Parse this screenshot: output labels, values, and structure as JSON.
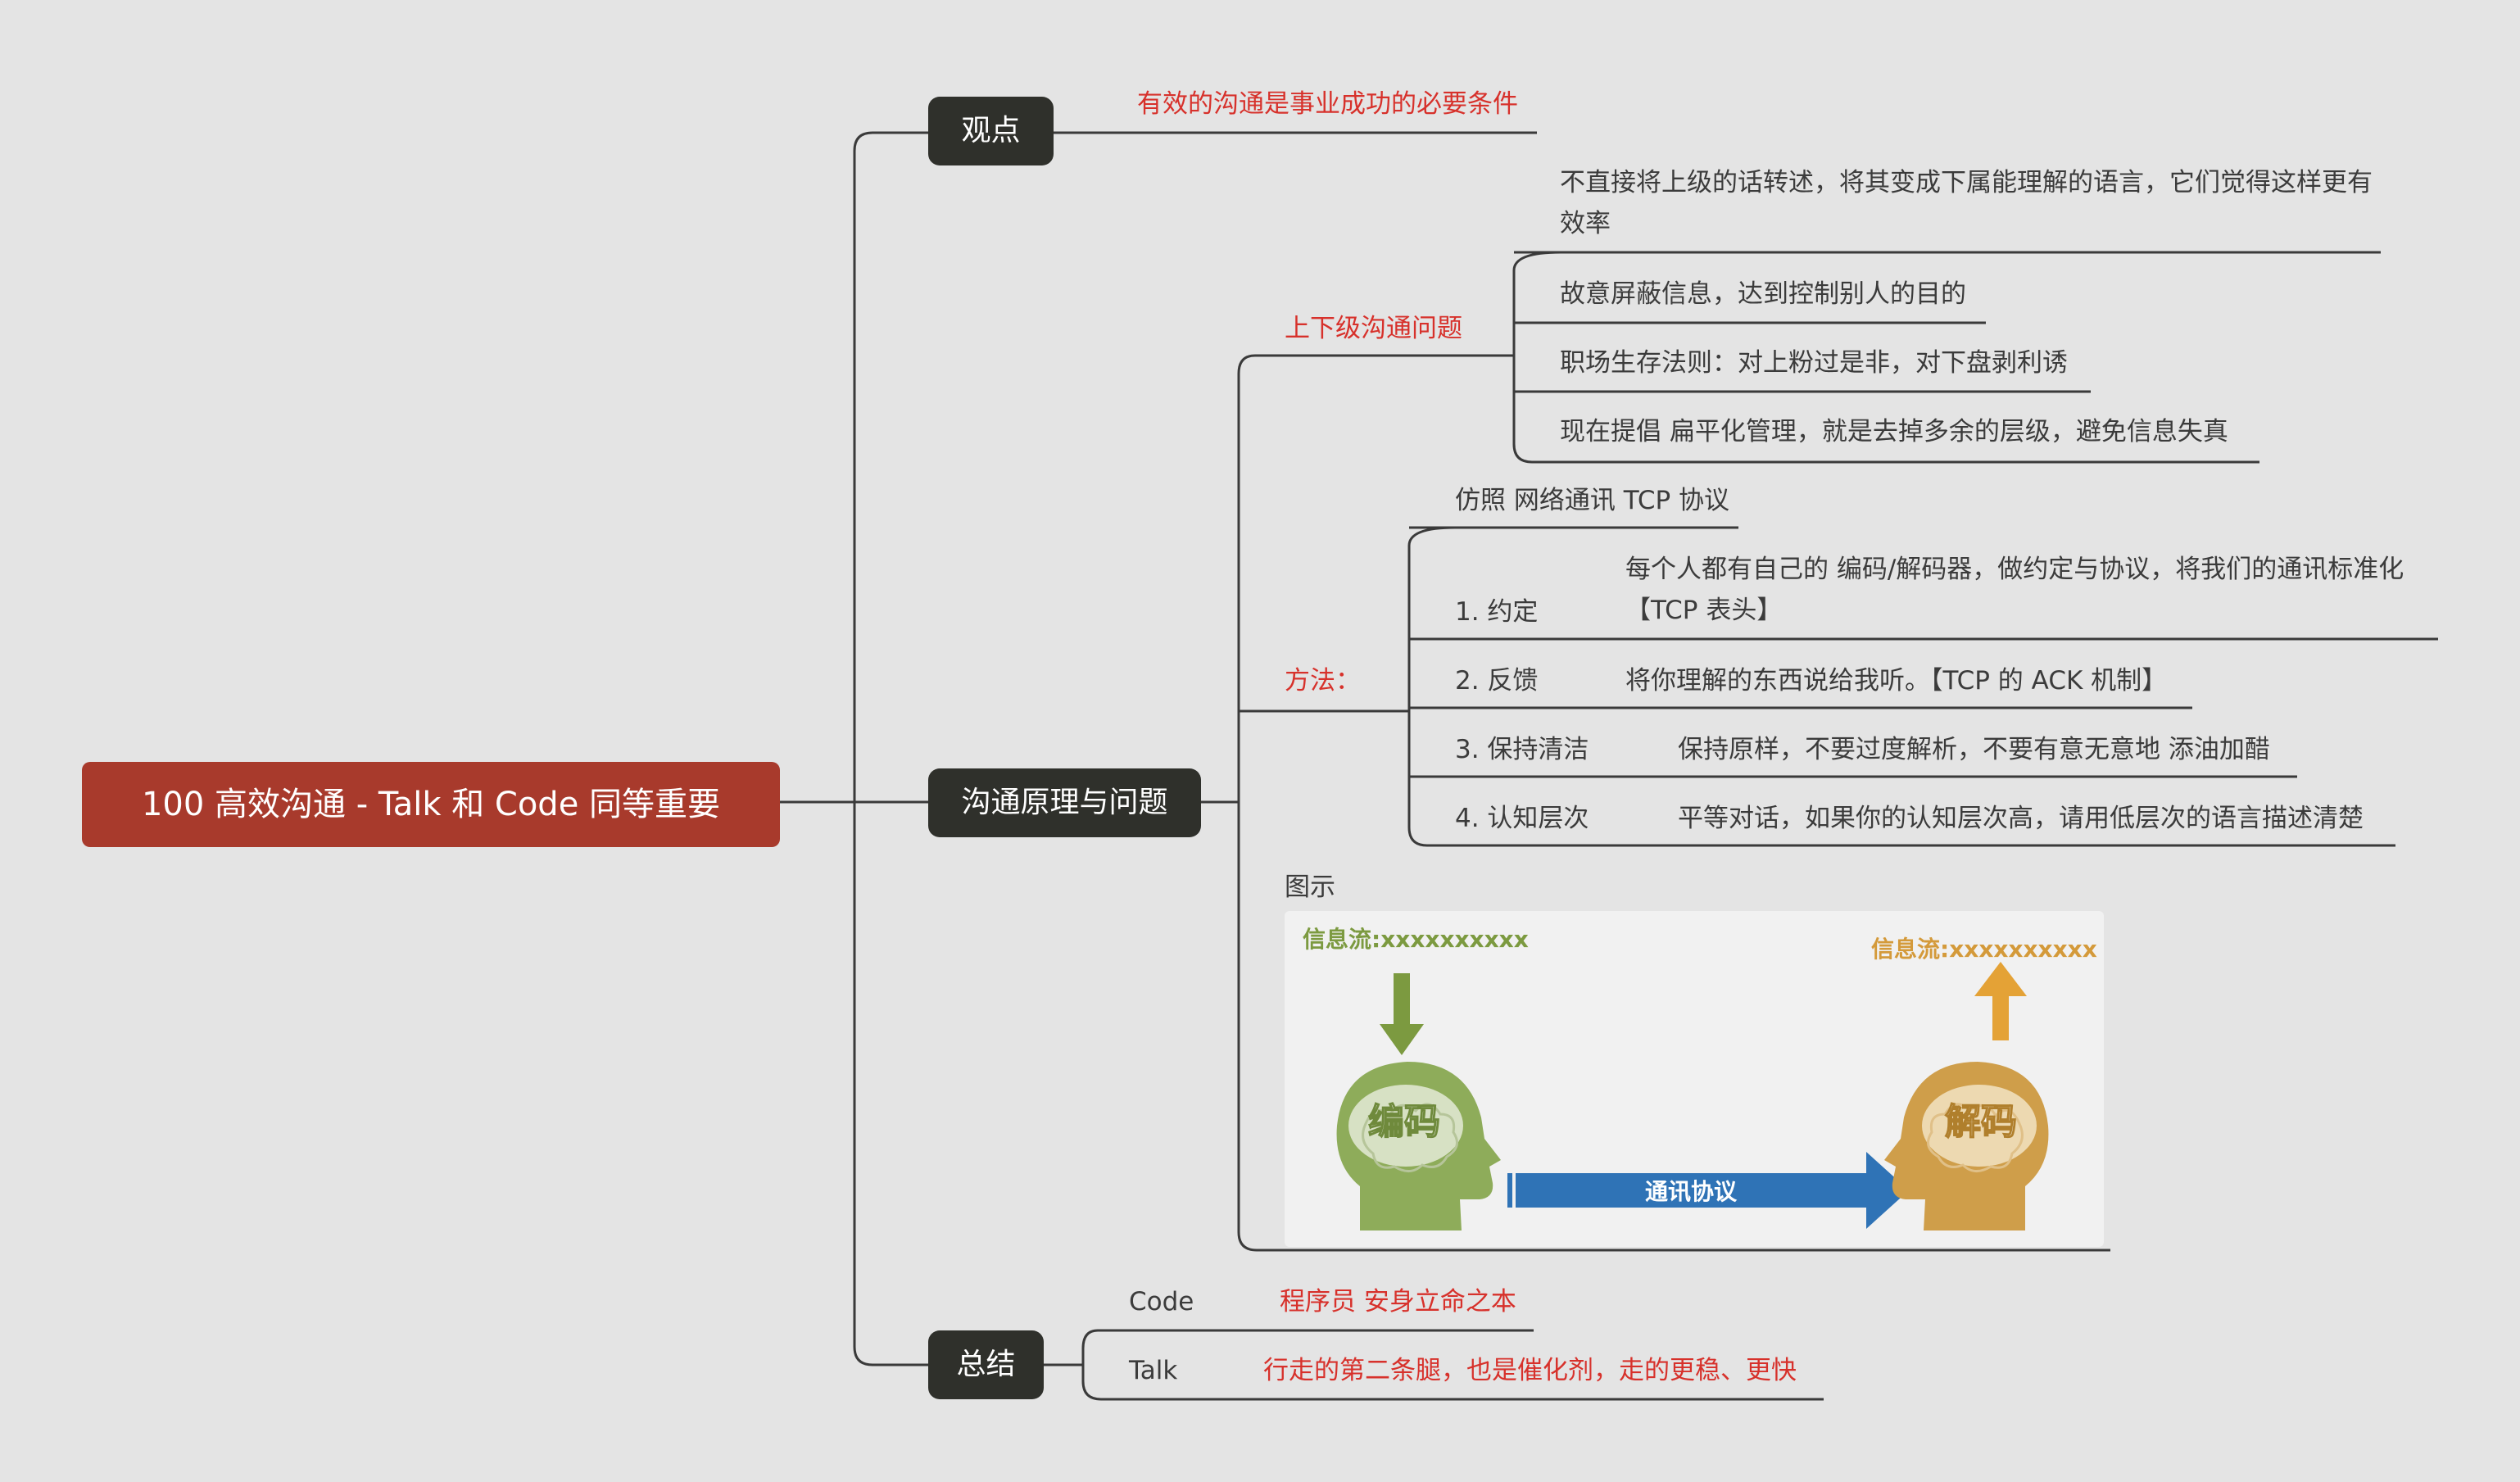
{
  "root": {
    "label": "100 高效沟通 - Talk 和 Code 同等重要"
  },
  "viewpoint": {
    "label": "观点",
    "content": "有效的沟通是事业成功的必要条件"
  },
  "principles": {
    "label": "沟通原理与问题",
    "hierarchy": {
      "label": "上下级沟通问题",
      "items": [
        "不直接将上级的话转述，将其变成下属能理解的语言，它们觉得这样更有效率",
        "故意屏蔽信息，达到控制别人的目的",
        "职场生存法则：对上粉过是非，对下盘剥利诱",
        "现在提倡 扁平化管理，就是去掉多余的层级，避免信息失真"
      ]
    },
    "method": {
      "label": "方法：",
      "intro": "仿照 网络通讯 TCP 协议",
      "steps": [
        {
          "name": "1. 约定",
          "desc": "每个人都有自己的 编码/解码器，做约定与协议，将我们的通讯标准化【TCP 表头】"
        },
        {
          "name": "2. 反馈",
          "desc": "将你理解的东西说给我听。【TCP 的 ACK 机制】"
        },
        {
          "name": "3. 保持清洁",
          "desc": "保持原样，不要过度解析，不要有意无意地 添油加醋"
        },
        {
          "name": "4. 认知层次",
          "desc": "平等对话，如果你的认知层次高，请用低层次的语言描述清楚"
        }
      ]
    },
    "figure": {
      "label": "图示",
      "left_flow": "信息流:xxxxxxxxxx",
      "right_flow": "信息流:xxxxxxxxxx",
      "encode": "编码",
      "decode": "解码",
      "protocol": "通讯协议"
    }
  },
  "summary": {
    "label": "总结",
    "items": [
      {
        "key": "Code",
        "value": "程序员 安身立命之本"
      },
      {
        "key": "Talk",
        "value": "行走的第二条腿，也是催化剂，走的更稳、更快"
      }
    ]
  },
  "colors": {
    "background": "#e4e4e4",
    "root": "#a83a2c",
    "topic": "#2f302b",
    "line": "#3a3a3a",
    "highlight_text": "#d7312b",
    "encode_head": "#8eac5a",
    "decode_head": "#cf9e4a",
    "protocol_arrow": "#2f73b6"
  }
}
